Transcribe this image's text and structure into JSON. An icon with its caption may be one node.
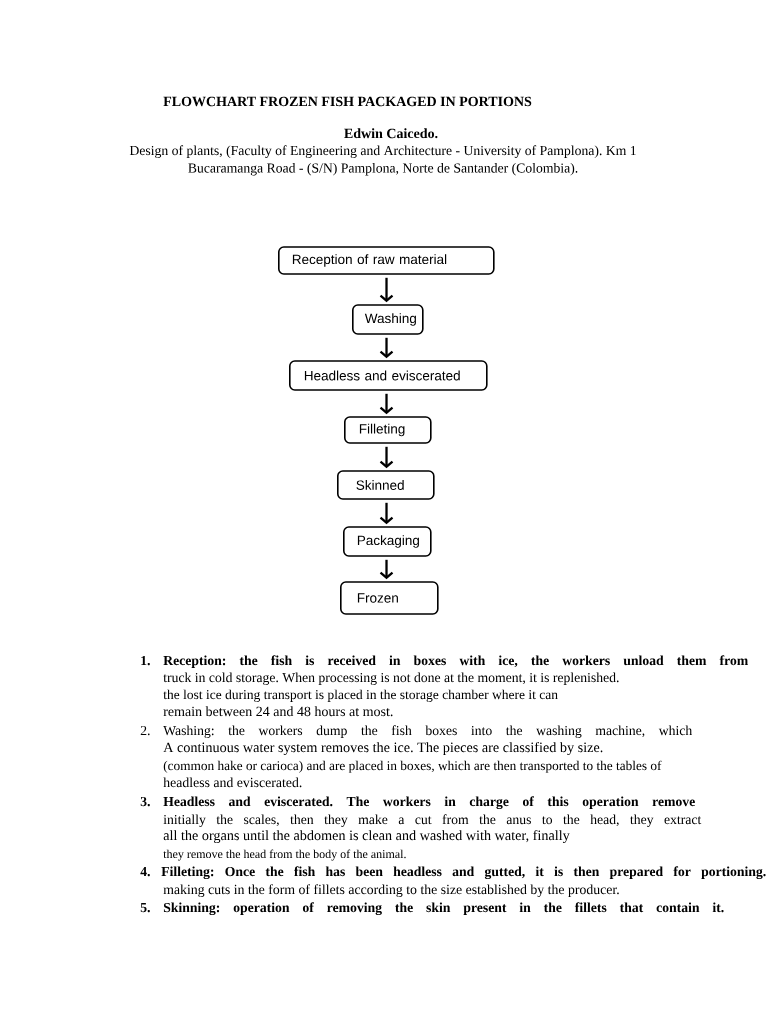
{
  "diagram": {
    "title": "FLOWCHART FROZEN FISH PACKAGED IN PORTIONS",
    "nodes": [
      {
        "text": [
          "Reception of raw material"
        ]
      },
      {
        "text": [
          "Washing"
        ]
      },
      {
        "text": [
          "Headless and eviscerated"
        ]
      },
      {
        "text": [
          "Filleting"
        ]
      },
      {
        "text": [
          "Skinned"
        ]
      },
      {
        "text": [
          "Packaging"
        ]
      },
      {
        "text": [
          "Frozen"
        ]
      }
    ],
    "edges": [
      {
        "from": 0,
        "to": 1,
        "arrow": "to"
      },
      {
        "from": 1,
        "to": 2,
        "arrow": "to"
      },
      {
        "from": 2,
        "to": 3,
        "arrow": "to"
      },
      {
        "from": 3,
        "to": 4,
        "arrow": "to"
      },
      {
        "from": 4,
        "to": 5,
        "arrow": "to"
      },
      {
        "from": 5,
        "to": 6,
        "arrow": "to"
      }
    ],
    "labels": [
      "Edwin Caicedo.",
      "Design of plants, (Faculty of Engineering and Architecture - University of Pamplona). Km 1",
      "Bucaramanga Road - (S/N) Pamplona, Norte de Santander (Colombia).",
      "1.",
      "Reception: the fish is received in boxes with ice, the workers unload them from",
      "truck in cold storage. When processing is not done at the moment, it is replenished.",
      "the lost ice during transport is placed in the storage chamber where it can",
      "remain between 24 and 48 hours at most.",
      "2.",
      "Washing: the workers dump the fish boxes into the washing machine, which",
      "A continuous water system removes the ice. The pieces are classified by size.",
      "(common hake or carioca) and are placed in boxes, which are then transported to the tables of",
      "headless and eviscerated.",
      "3.",
      "Headless and eviscerated. The workers in charge of this operation remove",
      "initially the scales, then they make a cut from the anus to the head, they extract",
      "all the organs until the abdomen is clean and washed with water, finally",
      "they remove the head from the body of the animal.",
      "4.",
      "Filleting: Once the fish has been headless and gutted, it is then prepared for portioning.",
      "making cuts in the form of fillets according to the size established by the producer.",
      "5.",
      "Skinning: operation of removing the skin present in the fillets that contain it."
    ]
  }
}
